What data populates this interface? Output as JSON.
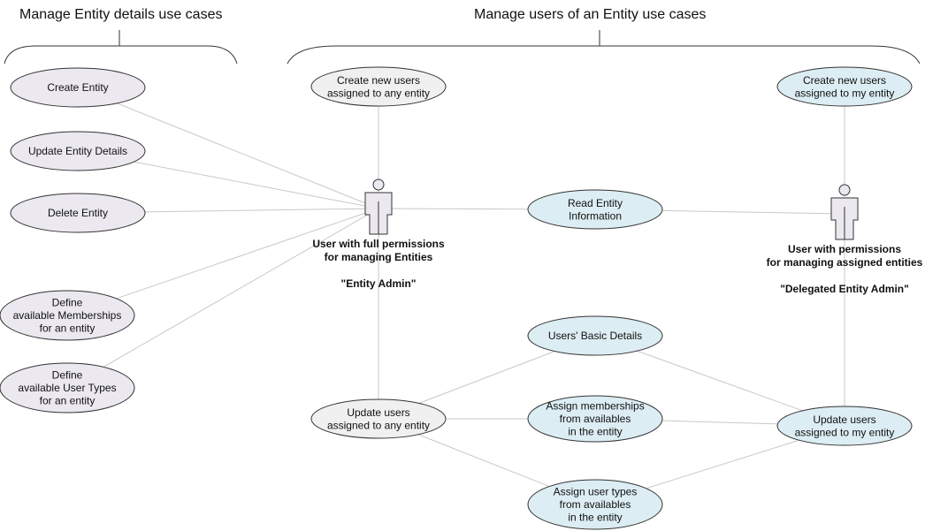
{
  "groups": [
    {
      "id": "g1",
      "title": "Manage Entity details use cases"
    },
    {
      "id": "g2",
      "title": "Manage users of an Entity use cases"
    }
  ],
  "colors": {
    "entity": "#ebe8f0",
    "admin": "#f0f0f0",
    "shared": "#dcedf3",
    "line": "#c8c8c8",
    "stroke": "#333333",
    "actor": "#ebe8f0"
  },
  "use_cases": [
    {
      "id": "create_entity",
      "lines": [
        "Create Entity"
      ],
      "kind": "entity"
    },
    {
      "id": "update_entity",
      "lines": [
        "Update Entity Details"
      ],
      "kind": "entity"
    },
    {
      "id": "delete_entity",
      "lines": [
        "Delete Entity"
      ],
      "kind": "entity"
    },
    {
      "id": "define_memberships",
      "lines": [
        "Define",
        "available Memberships",
        "for an entity"
      ],
      "kind": "entity"
    },
    {
      "id": "define_user_types",
      "lines": [
        "Define",
        "available User Types",
        "for an entity"
      ],
      "kind": "entity"
    },
    {
      "id": "create_any",
      "lines": [
        "Create new users",
        "assigned to any entity"
      ],
      "kind": "admin"
    },
    {
      "id": "update_any",
      "lines": [
        "Update users",
        "assigned to any entity"
      ],
      "kind": "admin"
    },
    {
      "id": "create_my",
      "lines": [
        "Create new users",
        "assigned to my entity"
      ],
      "kind": "shared"
    },
    {
      "id": "read_entity",
      "lines": [
        "Read Entity",
        "Information"
      ],
      "kind": "shared"
    },
    {
      "id": "basic_details",
      "lines": [
        "Users' Basic Details"
      ],
      "kind": "shared"
    },
    {
      "id": "assign_memberships",
      "lines": [
        "Assign memberships",
        "from availables",
        "in the entity"
      ],
      "kind": "shared"
    },
    {
      "id": "assign_types",
      "lines": [
        "Assign user types",
        "from availables",
        "in the entity"
      ],
      "kind": "shared"
    },
    {
      "id": "update_my",
      "lines": [
        "Update users",
        "assigned to my entity"
      ],
      "kind": "shared"
    }
  ],
  "actors": [
    {
      "id": "entity_admin",
      "lines": [
        "User with full permissions",
        "for managing Entities",
        "",
        "\"Entity Admin\""
      ]
    },
    {
      "id": "delegated_admin",
      "lines": [
        "User with permissions",
        "for managing assigned entities",
        "",
        "\"Delegated Entity Admin\""
      ]
    }
  ],
  "edges": [
    [
      "entity_admin",
      "create_entity"
    ],
    [
      "entity_admin",
      "update_entity"
    ],
    [
      "entity_admin",
      "delete_entity"
    ],
    [
      "entity_admin",
      "define_memberships"
    ],
    [
      "entity_admin",
      "define_user_types"
    ],
    [
      "entity_admin",
      "create_any"
    ],
    [
      "entity_admin",
      "update_any"
    ],
    [
      "entity_admin",
      "read_entity"
    ],
    [
      "delegated_admin",
      "read_entity"
    ],
    [
      "delegated_admin",
      "create_my"
    ],
    [
      "delegated_admin",
      "update_my"
    ],
    [
      "update_any",
      "basic_details"
    ],
    [
      "update_any",
      "assign_memberships"
    ],
    [
      "update_any",
      "assign_types"
    ],
    [
      "update_my",
      "basic_details"
    ],
    [
      "update_my",
      "assign_memberships"
    ],
    [
      "update_my",
      "assign_types"
    ]
  ]
}
